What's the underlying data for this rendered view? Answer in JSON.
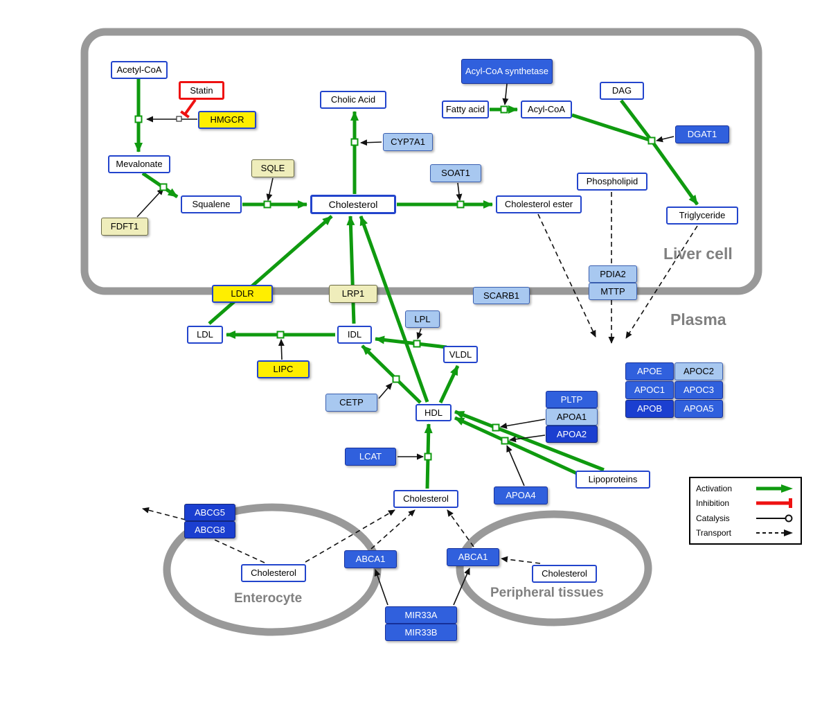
{
  "regions": {
    "liver_cell": "Liver cell",
    "plasma": "Plasma",
    "enterocyte": "Enterocyte",
    "peripheral_tissues": "Peripheral tissues"
  },
  "legend": {
    "activation": "Activation",
    "inhibition": "Inhibition",
    "catalysis": "Catalysis",
    "transport": "Transport"
  },
  "nodes": {
    "acetyl_coa": "Acetyl-CoA",
    "statin": "Statin",
    "hmgcr": "HMGCR",
    "mevalonate": "Mevalonate",
    "sqle": "SQLE",
    "fdft1": "FDFT1",
    "squalene": "Squalene",
    "cholesterol": "Cholesterol",
    "cholic_acid": "Cholic Acid",
    "cyp7a1": "CYP7A1",
    "soat1": "SOAT1",
    "cholesterol_ester": "Cholesterol ester",
    "acyl_coa_synthetase": "Acyl-CoA synthetase",
    "fatty_acid": "Fatty acid",
    "acyl_coa": "Acyl-CoA",
    "dag": "DAG",
    "dgat1": "DGAT1",
    "phospholipid": "Phospholipid",
    "triglyceride": "Triglyceride",
    "pdia2": "PDIA2",
    "mttp": "MTTP",
    "ldlr": "LDLR",
    "lrp1": "LRP1",
    "scarb1": "SCARB1",
    "ldl": "LDL",
    "idl": "IDL",
    "lpl": "LPL",
    "vldl": "VLDL",
    "lipc": "LIPC",
    "cetp": "CETP",
    "hdl": "HDL",
    "lcat": "LCAT",
    "pltp": "PLTP",
    "apoa1": "APOA1",
    "apoa2": "APOA2",
    "apoa4": "APOA4",
    "lipoproteins": "Lipoproteins",
    "apoe": "APOE",
    "apoc2": "APOC2",
    "apoc1": "APOC1",
    "apoc3": "APOC3",
    "apob": "APOB",
    "apoa5": "APOA5",
    "cholesterol_plasma": "Cholesterol",
    "abcg5": "ABCG5",
    "abcg8": "ABCG8",
    "cholesterol_enterocyte": "Cholesterol",
    "abca1_enterocyte": "ABCA1",
    "abca1_peripheral": "ABCA1",
    "cholesterol_peripheral": "Cholesterol",
    "mir33a": "MIR33A",
    "mir33b": "MIR33B"
  },
  "colors": {
    "activation_green": "#0f9a0f",
    "inhibition_red": "#ee1111",
    "catalysis_black": "#111111",
    "membrane_gray": "#999999",
    "metabolite_border_blue": "#2244cc",
    "gene_blue": "#3060dd",
    "gene_light_blue": "#a8c8f0",
    "gene_dark_blue": "#1b3fd0",
    "gene_yellow": "#ffee00",
    "gene_pale_yellow": "#efedbb",
    "region_label_gray": "#808080"
  }
}
